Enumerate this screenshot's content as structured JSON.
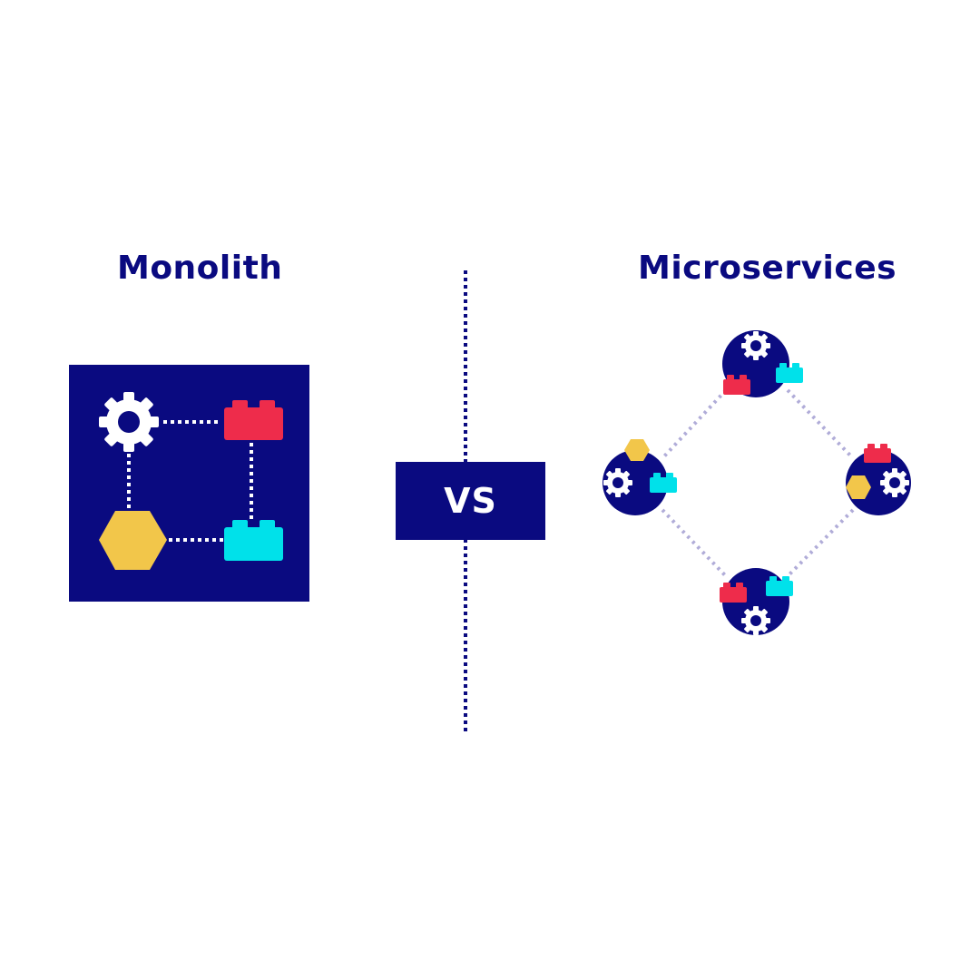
{
  "monolith": {
    "title": "Monolith"
  },
  "vs": {
    "label": "VS"
  },
  "microservices": {
    "title": "Microservices"
  },
  "colors": {
    "navy": "#0a0a80",
    "red": "#ee2c4b",
    "cyan": "#00e1ea",
    "yellow": "#f2c64a",
    "connector": "#b0acd8",
    "white": "#ffffff"
  },
  "icons": [
    "gear-icon",
    "lego-brick-icon",
    "hexagon-icon"
  ]
}
